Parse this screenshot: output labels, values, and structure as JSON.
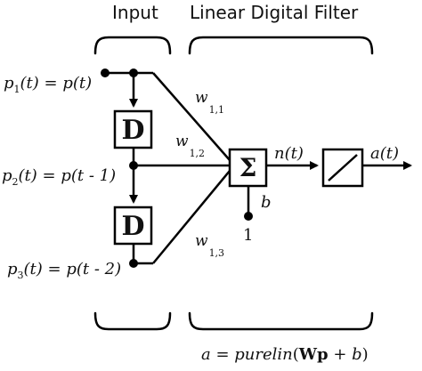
{
  "headers": {
    "input": "Input",
    "filter": "Linear Digital Filter"
  },
  "inputs": [
    {
      "main": "p",
      "sub": "1",
      "rest": "(t) = p(t)"
    },
    {
      "main": "p",
      "sub": "2",
      "rest": "(t) = p(t - 1)"
    },
    {
      "main": "p",
      "sub": "3",
      "rest": "(t) = p(t - 2)"
    }
  ],
  "delay_label": "D",
  "weights": [
    {
      "main": "w",
      "sub": "1,1"
    },
    {
      "main": "w",
      "sub": "1,2"
    },
    {
      "main": "w",
      "sub": "1,3"
    }
  ],
  "sum_symbol": "Σ",
  "bias": {
    "label": "b",
    "constant": "1"
  },
  "signals": {
    "net": "n(t)",
    "output": "a(t)"
  },
  "equation": {
    "lhs": "a",
    "eq": " = ",
    "fn": "purelin",
    "open": "(",
    "bold": "Wp",
    "plus": " + ",
    "b": "b",
    "close": ")"
  }
}
